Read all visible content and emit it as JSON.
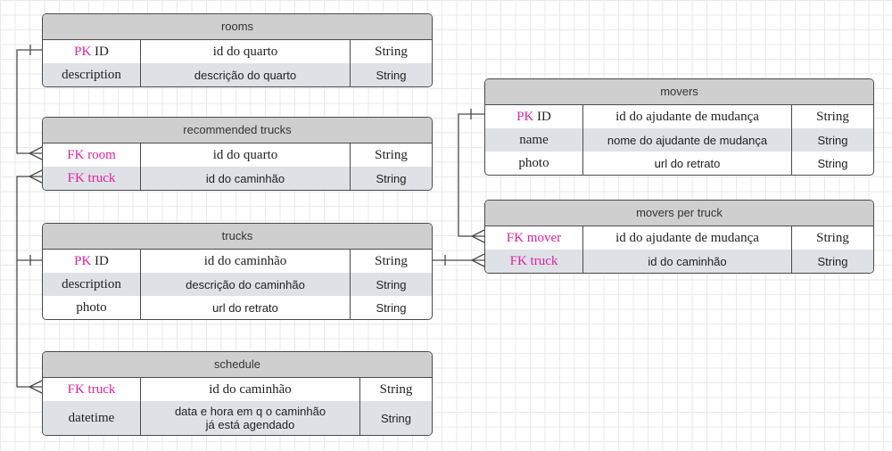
{
  "colors": {
    "keyword": "#e0219e",
    "header": "#cfcfcf",
    "shaded_row": "#dee1e6",
    "line": "#4a4a4a"
  },
  "entities": {
    "rooms": {
      "title": "rooms",
      "rows": [
        {
          "prefix": "PK",
          "name": "ID",
          "desc": "id do quarto",
          "type": "String"
        },
        {
          "prefix": "",
          "name": "description",
          "desc": "descrição do quarto",
          "type": "String"
        }
      ]
    },
    "recommended_trucks": {
      "title": "recommended trucks",
      "rows": [
        {
          "prefix": "FK",
          "name": "room",
          "desc": "id do quarto",
          "type": "String"
        },
        {
          "prefix": "FK",
          "name": "truck",
          "desc": "id do caminhão",
          "type": "String"
        }
      ]
    },
    "trucks": {
      "title": "trucks",
      "rows": [
        {
          "prefix": "PK",
          "name": "ID",
          "desc": "id do caminhão",
          "type": "String"
        },
        {
          "prefix": "",
          "name": "description",
          "desc": "descrição do caminhão",
          "type": "String"
        },
        {
          "prefix": "",
          "name": "photo",
          "desc": "url do retrato",
          "type": "String"
        }
      ]
    },
    "schedule": {
      "title": "schedule",
      "rows": [
        {
          "prefix": "FK",
          "name": "truck",
          "desc": "id do caminhão",
          "type": "String"
        },
        {
          "prefix": "",
          "name": "datetime",
          "desc_line1": "data e hora em q o caminhão",
          "desc_line2": "já está agendado",
          "type": "String"
        }
      ]
    },
    "movers": {
      "title": "movers",
      "rows": [
        {
          "prefix": "PK",
          "name": "ID",
          "desc": "id do ajudante de mudança",
          "type": "String"
        },
        {
          "prefix": "",
          "name": "name",
          "desc": "nome do ajudante de mudança",
          "type": "String"
        },
        {
          "prefix": "",
          "name": "photo",
          "desc": "url do retrato",
          "type": "String"
        }
      ]
    },
    "movers_per_truck": {
      "title": "movers per truck",
      "rows": [
        {
          "prefix": "FK",
          "name": "mover",
          "desc": "id do ajudante de mudança",
          "type": "String"
        },
        {
          "prefix": "FK",
          "name": "truck",
          "desc": "id do caminhão",
          "type": "String"
        }
      ]
    }
  }
}
